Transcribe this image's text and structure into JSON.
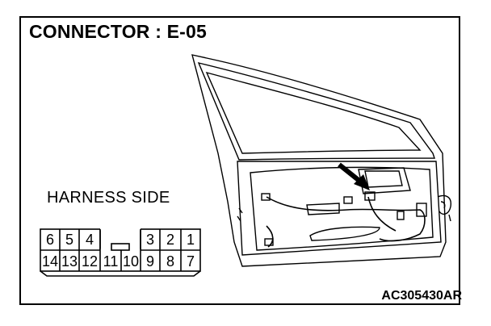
{
  "title": "CONNECTOR : E-05",
  "harness_label": "HARNESS SIDE",
  "figure_id": "AC305430AR",
  "connector": {
    "top_row": [
      "6",
      "5",
      "4",
      "3",
      "2",
      "1"
    ],
    "bottom_row": [
      "14",
      "13",
      "12",
      "11",
      "10",
      "9",
      "8",
      "7"
    ]
  }
}
